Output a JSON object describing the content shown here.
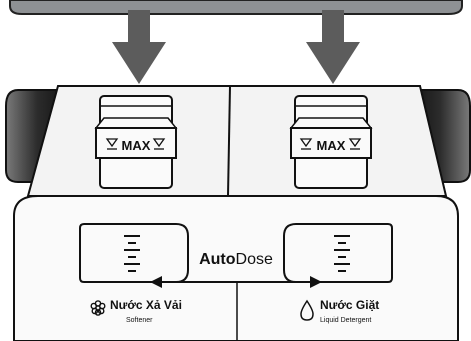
{
  "dispenser": {
    "left_compartment": {
      "max_label": "MAX"
    },
    "right_compartment": {
      "max_label": "MAX"
    }
  },
  "autodose": {
    "brand_bold": "Auto",
    "brand_light": "Dose"
  },
  "labels": {
    "softener": {
      "title": "Nước Xả Vải",
      "subtitle": "Softener",
      "icon": "flower-icon"
    },
    "detergent": {
      "title": "Nước Giặt",
      "subtitle": "Liquid Detergent",
      "icon": "drop-icon"
    }
  }
}
